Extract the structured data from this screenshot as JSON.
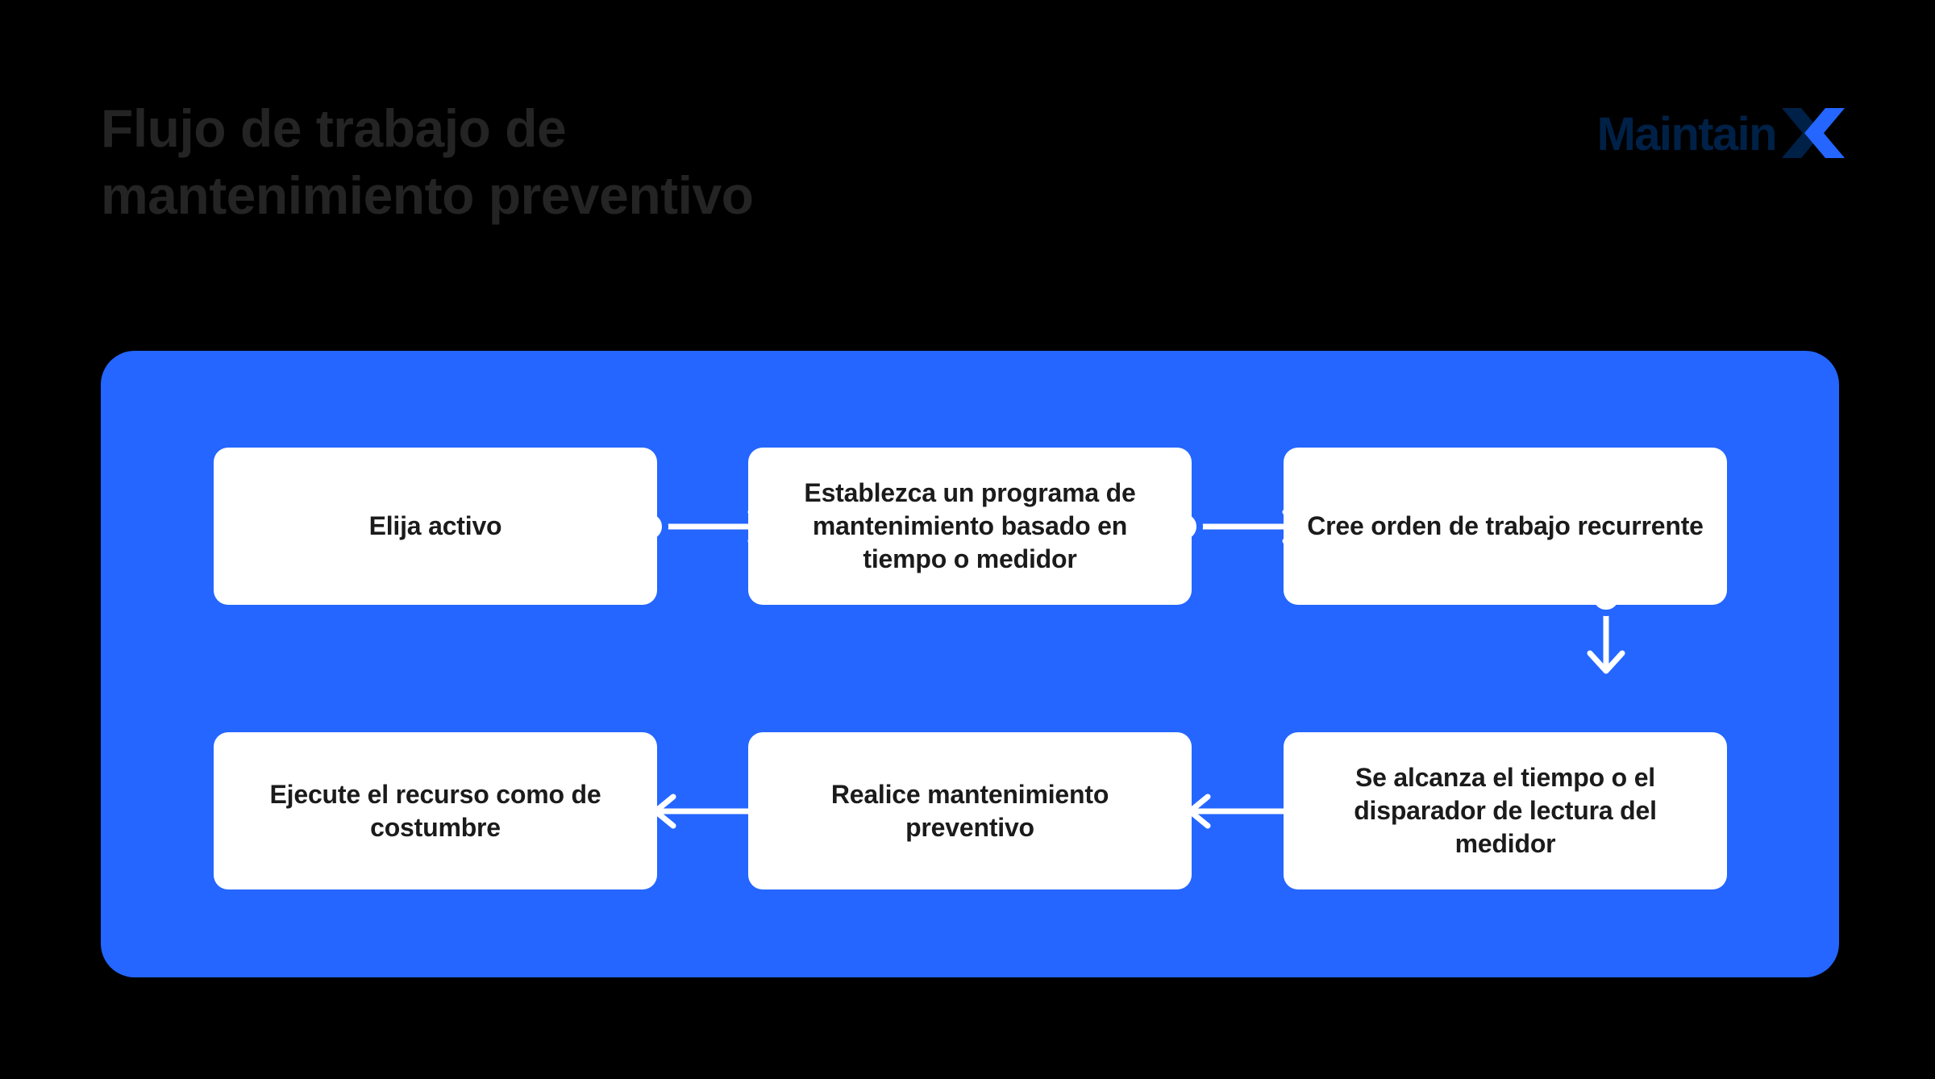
{
  "header": {
    "title": "Flujo de trabajo de\nmantenimiento preventivo",
    "logo": {
      "word": "Maintain",
      "mark": "x-logo-icon",
      "word_color": "#002147",
      "mark_dark_color": "#002147",
      "mark_bright_color": "#2466FF"
    }
  },
  "colors": {
    "background": "#000000",
    "panel": "#2466FF",
    "node_fill": "#FFFFFF",
    "node_text": "#1B1B1B",
    "title_text": "#242424",
    "connector_stroke": "#FFFFFF",
    "connector_ring": "#2466FF"
  },
  "chart_data": {
    "type": "diagram",
    "title": "Flujo de trabajo de mantenimiento preventivo",
    "nodes": [
      {
        "id": "n1",
        "label": "Elija activo"
      },
      {
        "id": "n2",
        "label": "Establezca un programa de mantenimiento basado en tiempo o medidor"
      },
      {
        "id": "n3",
        "label": "Cree orden de trabajo recurrente"
      },
      {
        "id": "n4",
        "label": "Se alcanza el tiempo o el disparador de lectura del medidor"
      },
      {
        "id": "n5",
        "label": "Realice mantenimiento preventivo"
      },
      {
        "id": "n6",
        "label": "Ejecute el recurso como de costumbre"
      }
    ],
    "edges": [
      {
        "from": "n1",
        "to": "n2",
        "direction": "right"
      },
      {
        "from": "n2",
        "to": "n3",
        "direction": "right"
      },
      {
        "from": "n3",
        "to": "n4",
        "direction": "down"
      },
      {
        "from": "n4",
        "to": "n5",
        "direction": "left"
      },
      {
        "from": "n5",
        "to": "n6",
        "direction": "left"
      }
    ]
  },
  "flow": {
    "row1": [
      {
        "label": "Elija activo"
      },
      {
        "label": "Establezca un programa de mantenimiento basado en tiempo o medidor"
      },
      {
        "label": "Cree orden de trabajo recurrente"
      }
    ],
    "row2": [
      {
        "label": "Se alcanza el tiempo o el disparador de lectura del medidor"
      },
      {
        "label": "Realice mantenimiento preventivo"
      },
      {
        "label": "Ejecute el recurso como de costumbre"
      }
    ]
  }
}
